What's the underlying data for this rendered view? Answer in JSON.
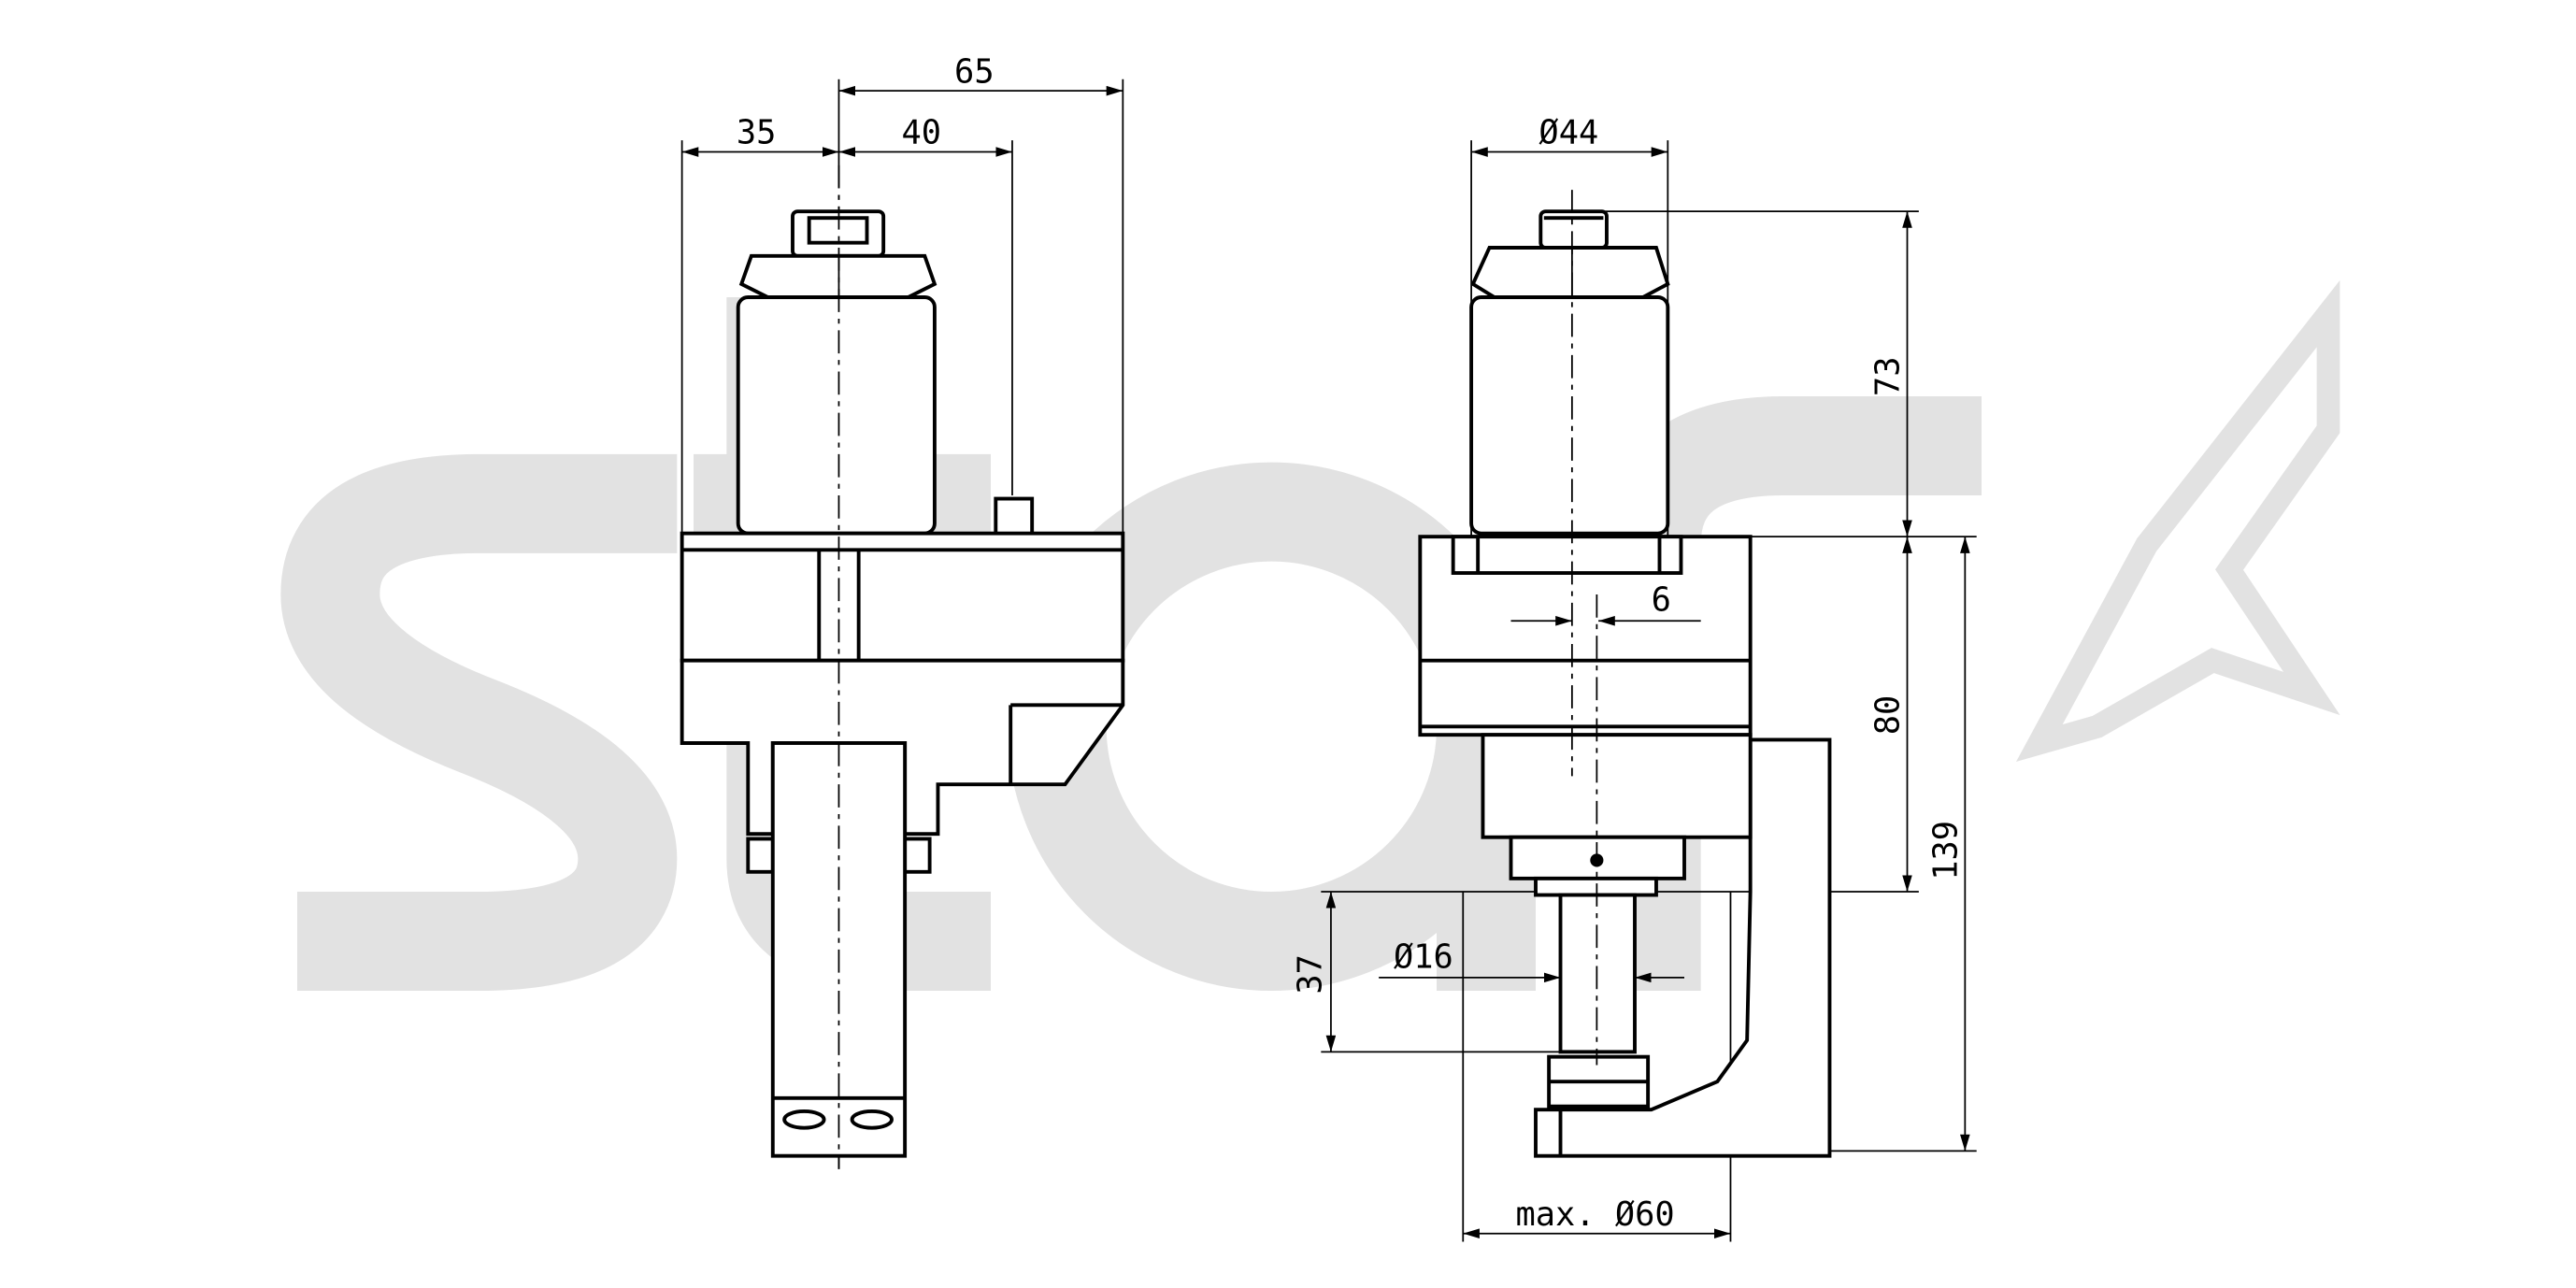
{
  "watermark": {
    "logo_text": "star",
    "color": "#e2e2e2"
  },
  "side_view": {
    "dims": {
      "overall_width": "65",
      "left_offset": "35",
      "right_offset": "40"
    }
  },
  "front_view": {
    "dims": {
      "body_diameter": "Ø44",
      "top_height": "73",
      "flange_height": "80",
      "total_height": "139",
      "offset": "6",
      "shank_diameter": "Ø16",
      "shank_length": "37",
      "max_tool_diameter": "max. Ø60"
    }
  }
}
